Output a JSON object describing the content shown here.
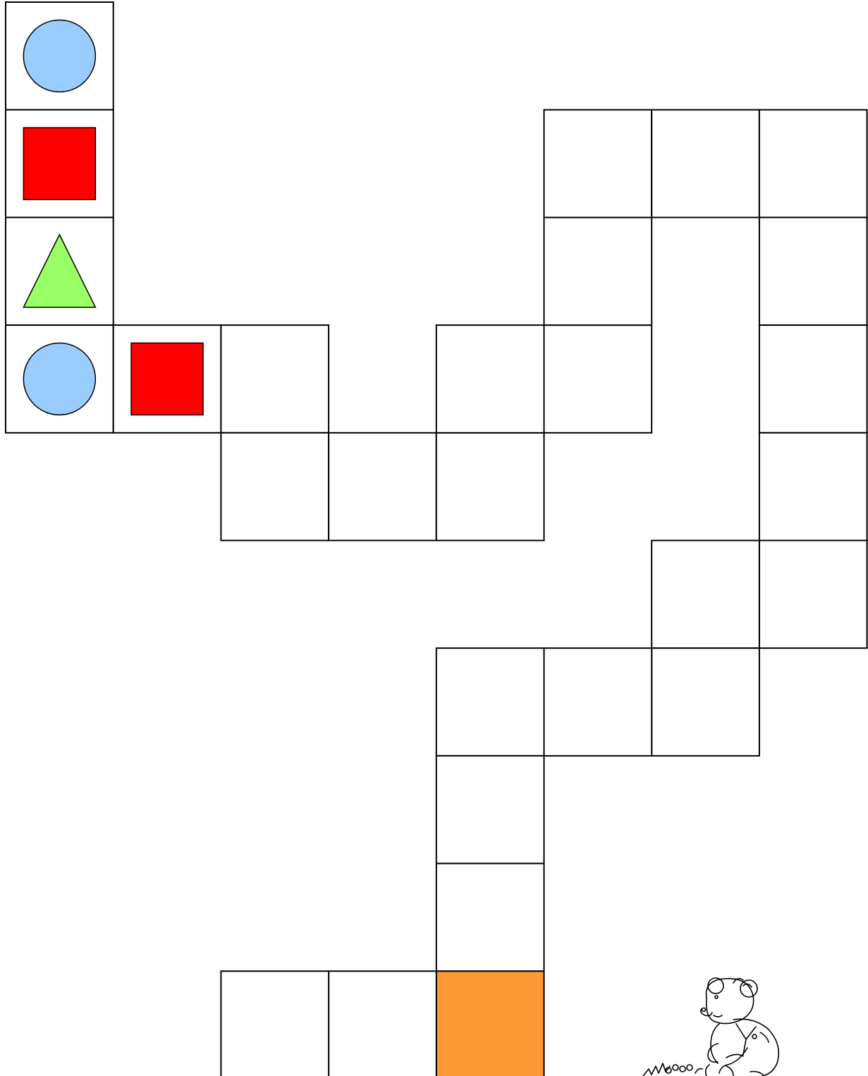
{
  "colors": {
    "circle": "#99ccff",
    "square": "#ff0000",
    "triangle": "#99ff66",
    "highlight": "#ff9933",
    "empty": "#ffffff",
    "border": "#000000"
  },
  "board": {
    "cells": [
      {
        "shape": "circle"
      },
      {
        "shape": "square"
      },
      {
        "shape": "triangle"
      },
      {
        "shape": "circle"
      },
      {
        "shape": "square"
      },
      {
        "shape": "empty"
      },
      {
        "shape": "empty"
      },
      {
        "shape": "empty"
      },
      {
        "shape": "empty"
      },
      {
        "shape": "empty"
      },
      {
        "shape": "empty"
      },
      {
        "shape": "empty"
      },
      {
        "shape": "empty"
      },
      {
        "shape": "empty"
      },
      {
        "shape": "empty"
      },
      {
        "shape": "empty"
      },
      {
        "shape": "empty"
      },
      {
        "shape": "empty"
      },
      {
        "shape": "empty"
      },
      {
        "shape": "empty"
      },
      {
        "shape": "empty"
      },
      {
        "shape": "empty"
      },
      {
        "shape": "empty"
      },
      {
        "shape": "empty"
      },
      {
        "shape": "empty"
      },
      {
        "shape": "highlight"
      },
      {
        "shape": "empty"
      },
      {
        "shape": "empty"
      }
    ]
  },
  "decoration": {
    "icon": "teddy-bear-icon"
  }
}
